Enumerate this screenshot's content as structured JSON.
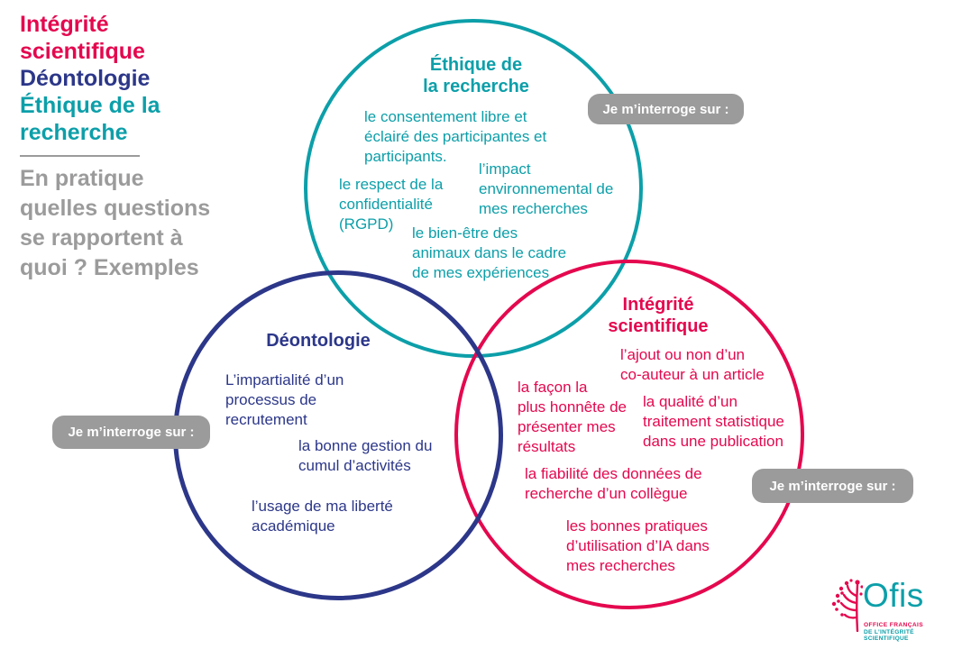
{
  "colors": {
    "pink": "#e4084f",
    "navy": "#2c3789",
    "teal": "#0c9fa9",
    "gray": "#9c9b9b",
    "badge_text": "#ffffff"
  },
  "header": {
    "title_integrite": "Intégrité\nscientifique",
    "title_deontologie": "Déontologie",
    "title_ethique": "Éthique de la\nrecherche",
    "subtitle": "En pratique\nquelles questions\nse rapportent à\nquoi ? Exemples"
  },
  "badge": {
    "label": "Je m’interroge sur :"
  },
  "venn": {
    "ethique": {
      "title": "Éthique de\nla recherche",
      "items": [
        "le consentement libre et\néclairé des participantes et\nparticipants.",
        "le respect de la\nconfidentialité\n(RGPD)",
        "l’impact\nenvironnemental de\nmes recherches",
        "le bien-être des\nanimaux dans le cadre\nde mes expériences"
      ]
    },
    "deontologie": {
      "title": "Déontologie",
      "items": [
        "L’impartialité d’un\nprocessus de\nrecrutement",
        "la bonne gestion du\ncumul d’activités",
        "l’usage de ma liberté\nacadémique"
      ]
    },
    "integrite": {
      "title": "Intégrité\nscientifique",
      "items": [
        "l’ajout ou non d’un\nco-auteur à un article",
        "la façon la\nplus honnête de\nprésenter mes\nrésultats",
        "la qualité d’un\ntraitement statistique\ndans une publication",
        "la fiabilité des données de\nrecherche d’un collègue",
        "les bonnes pratiques\nd’utilisation d’IA dans\nmes recherches"
      ]
    }
  },
  "logo": {
    "wordmark": "Ofis",
    "line1": "OFFICE FRANÇAIS",
    "line2": "DE L’INTÉGRITÉ SCIENTIFIQUE"
  }
}
